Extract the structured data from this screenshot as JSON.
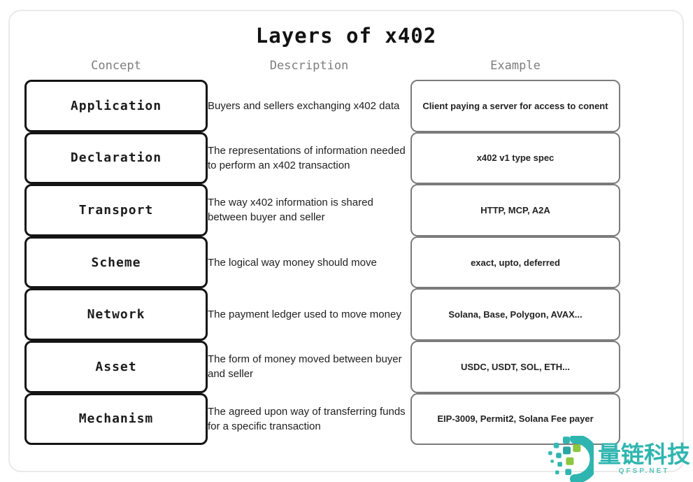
{
  "title": "Layers of x402",
  "columns": {
    "concept": "Concept",
    "description": "Description",
    "example": "Example"
  },
  "rows": [
    {
      "concept": "Application",
      "description": "Buyers and sellers exchanging x402 data",
      "example": "Client paying a server for access to conent"
    },
    {
      "concept": "Declaration",
      "description": "The representations of information needed to perform an x402 transaction",
      "example": "x402 v1 type spec"
    },
    {
      "concept": "Transport",
      "description": "The way x402 information is shared between buyer and seller",
      "example": "HTTP, MCP, A2A"
    },
    {
      "concept": "Scheme",
      "description": "The logical way money should move",
      "example": "exact, upto, deferred"
    },
    {
      "concept": "Network",
      "description": "The payment ledger used to move money",
      "example": "Solana, Base, Polygon, AVAX..."
    },
    {
      "concept": "Asset",
      "description": "The form of money moved between buyer and seller",
      "example": "USDC, USDT, SOL, ETH..."
    },
    {
      "concept": "Mechanism",
      "description": "The agreed upon way of transferring funds for a specific transaction",
      "example": "EIP-3009, Permit2, Solana Fee payer"
    }
  ],
  "watermark": {
    "brand": "量链科技",
    "site": "QFSP.NET",
    "logo_icon": "pixel-circle-logo",
    "teal": "#2fb5af",
    "green": "#8dc63f"
  },
  "colors": {
    "concept_border": "#141414",
    "example_border": "#7b7b7b",
    "header_text": "#7d7d7d",
    "card_border": "#e9e9e9"
  }
}
